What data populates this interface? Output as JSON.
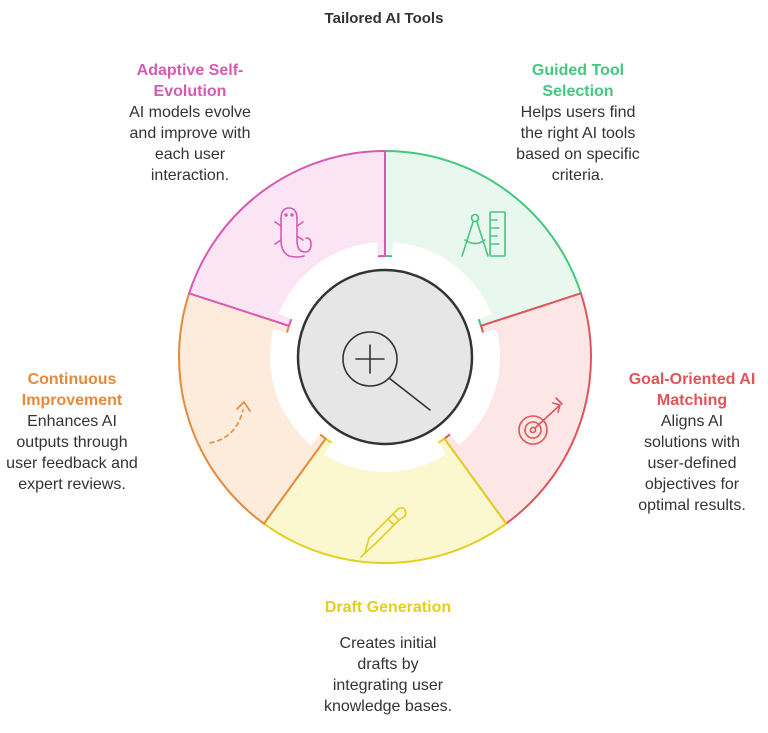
{
  "title": "Tailored AI Tools",
  "center_icon": "magnifier-plus-icon",
  "segments": [
    {
      "id": "guided",
      "heading": "Guided Tool\nSelection",
      "description": "Helps users find\nthe right AI tools\nbased on specific\ncriteria.",
      "icon": "compass-ruler-icon",
      "color": "#44c77e",
      "fill": "#e8f8ee"
    },
    {
      "id": "goal",
      "heading": "Goal-Oriented AI\nMatching",
      "description": "Aligns AI\nsolutions with\nuser-defined\nobjectives for\noptimal results.",
      "icon": "target-icon",
      "color": "#e0545a",
      "fill": "#fde6e6"
    },
    {
      "id": "draft",
      "heading": "Draft Generation",
      "description": "Creates initial\ndrafts by\nintegrating user\nknowledge bases.",
      "icon": "pen-icon",
      "color": "#e2cf22",
      "fill": "#fbf7cf"
    },
    {
      "id": "continuous",
      "heading": "Continuous\nImprovement",
      "description": "Enhances AI\noutputs through\nuser feedback and\nexpert reviews.",
      "icon": "curved-arrow-icon",
      "color": "#e48a3c",
      "fill": "#fdebdc"
    },
    {
      "id": "adaptive",
      "heading": "Adaptive Self-\nEvolution",
      "description": "AI models evolve\nand improve with\neach user\ninteraction.",
      "icon": "salamander-icon",
      "color": "#d65bb0",
      "fill": "#fbe4f3"
    }
  ]
}
